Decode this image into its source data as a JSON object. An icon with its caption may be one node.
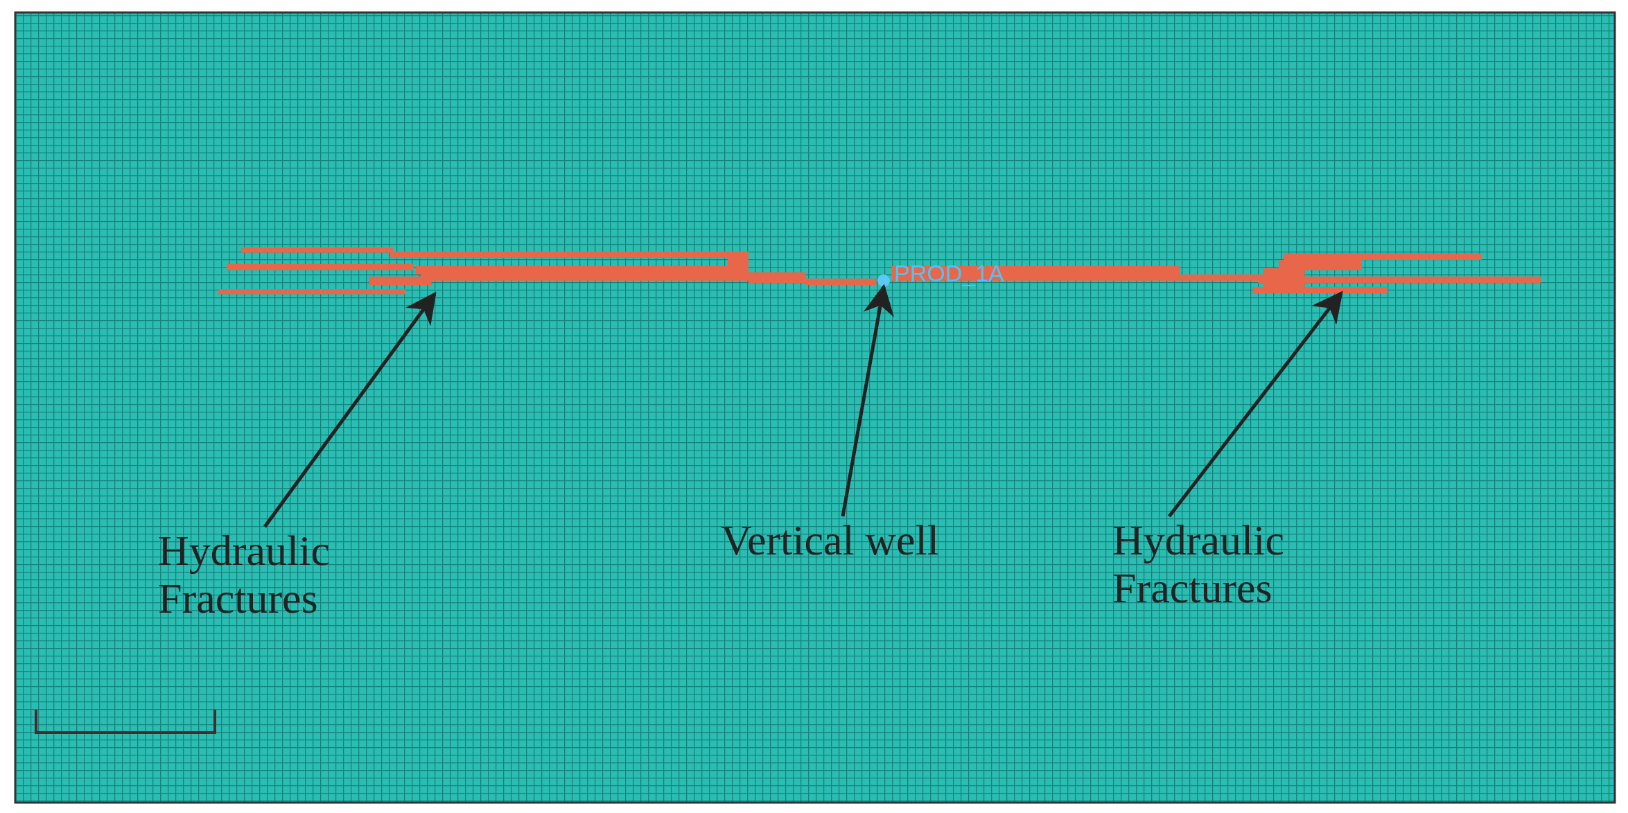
{
  "diagram": {
    "nodes": [
      {
        "text": [],
        "shape": "bar"
      },
      {
        "text": [],
        "shape": "circle"
      },
      {
        "text": [],
        "shape": "bar"
      },
      {
        "text": [
          "Hydraulic Fractures"
        ]
      },
      {
        "text": [
          "Vertical well"
        ]
      },
      {
        "text": [
          "Hydraulic Fractures"
        ]
      }
    ],
    "edges": [
      {
        "from": 3,
        "to": 0,
        "arrow": "to"
      },
      {
        "from": 4,
        "to": 1,
        "arrow": "to"
      },
      {
        "from": 5,
        "to": 2,
        "arrow": "to"
      }
    ],
    "labels": [
      "PROD_1A"
    ]
  }
}
